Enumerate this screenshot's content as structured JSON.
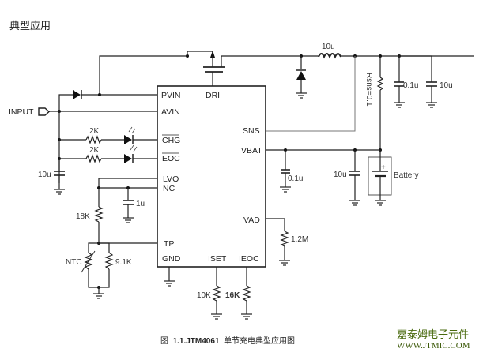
{
  "heading": "典型应用",
  "chip": {
    "pins_left": [
      "PVIN",
      "AVIN",
      "CHG",
      "EOC",
      "LVO",
      "NC",
      "TP",
      "GND"
    ],
    "pins_top": [
      "DRI"
    ],
    "pins_right": [
      "SNS",
      "VBAT",
      "VAD"
    ],
    "pins_bottom": [
      "ISET",
      "IEOC"
    ]
  },
  "labels": {
    "input": "INPUT",
    "inductor": "10u",
    "rsns": "Rsns=0.1",
    "cap_out_1": "0.1u",
    "cap_out_2": "10u",
    "r_chg": "2K",
    "r_eoc": "2K",
    "cap_in": "10u",
    "cap_vbat": "0.1u",
    "cap_bat": "10u",
    "battery": "Battery",
    "battery_plus": "+",
    "cap_lvo": "1u",
    "r_lvo": "18K",
    "ntc": "NTC",
    "r_tp": "9.1K",
    "r_vad": "1.2M",
    "r_iset": "10K",
    "r_ieoc": "16K"
  },
  "caption": {
    "prefix": "图",
    "bold": "1.1.JTM4061",
    "suffix": "单节充电典型应用图"
  },
  "watermark": {
    "line1": "嘉泰姆电子元件",
    "line2": "WWW.JTMIC.COM"
  }
}
